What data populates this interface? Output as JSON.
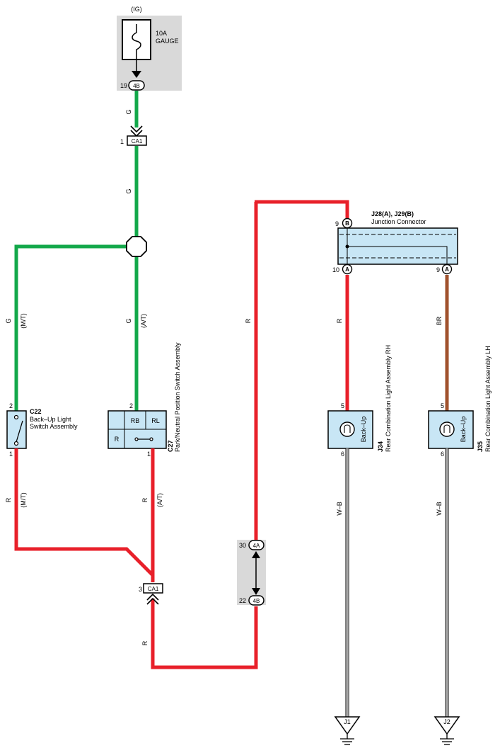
{
  "colors": {
    "green_wire": "#13a84a",
    "red_wire": "#e8202a",
    "brown_wire": "#a0522d",
    "component_fill": "#c8e6f5",
    "gray_box": "#d9d9d9"
  },
  "fuse": {
    "ignition": "(IG)",
    "rating": "10A",
    "name": "GAUGE"
  },
  "connectors": {
    "c4b_top_pin": "19",
    "c4b_top_id": "4B",
    "ca1_top_pin": "1",
    "ca1_top_id": "CA1",
    "ca1_bottom_pin": "3",
    "ca1_bottom_id": "CA1",
    "c4a_pin": "30",
    "c4a_id": "4A",
    "c4b_bottom_pin": "22",
    "c4b_bottom_id": "4B"
  },
  "wire_labels": {
    "g": "G",
    "r": "R",
    "br": "BR",
    "wb": "W–B",
    "mt": "(M/T)",
    "at": "(A/T)"
  },
  "switch_c22": {
    "code": "C22",
    "name_line1": "Back–Up Light",
    "name_line2": "Switch Assembly",
    "pin_top": "2",
    "pin_bottom": "1"
  },
  "switch_c27": {
    "code": "C27",
    "name": "Park/Neutral Position Switch Assembly",
    "pin_top": "2",
    "pin_bottom": "1",
    "cell_rb": "RB",
    "cell_rl": "RL",
    "cell_r": "R"
  },
  "junction": {
    "code": "J28(A), J29(B)",
    "name": "Junction Connector",
    "pin_b_num": "9",
    "pin_b": "B",
    "pin_a1_num": "10",
    "pin_a1": "A",
    "pin_a2_num": "9",
    "pin_a2": "A"
  },
  "lamp_j34": {
    "code": "J34",
    "name": "Rear Combination Light Assembly RH",
    "label": "Back–Up",
    "pin_top": "5",
    "pin_bottom": "6"
  },
  "lamp_j35": {
    "code": "J35",
    "name": "Rear Combination Light Assembly LH",
    "label": "Back–Up",
    "pin_top": "5",
    "pin_bottom": "6"
  },
  "grounds": {
    "g1": "J1",
    "g2": "J2"
  }
}
